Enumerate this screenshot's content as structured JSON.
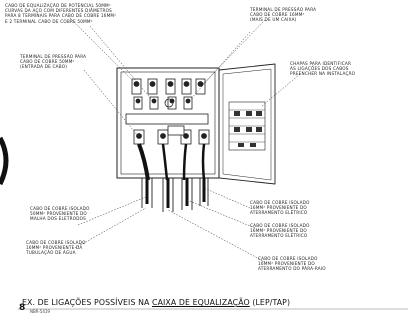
{
  "labels": {
    "top_left": "CABO DE EQUALIZAÇÃO DE POTENCIAL 50mm²\nCURVAS DA AÇO COM DIFERENTES DIÂMETROS\nPARA 8 TERMINAIS PARA CABO DE COBRE 16mm²\nE 2 TERMINAL CABO DE COBRE 50mm²",
    "top_middle": "TERMINAL DE PRESSÃO PARA\nCABO DE COBRE 16mm²\n(MAIS DE UM CAIXA)",
    "top_right": "CHAPAS PARA IDENTIFICAR\nAS LIGAÇÕES DOS CABOS\nPREENCHER NA INSTALAÇÃO",
    "left_middle": "TERMINAL DE PRESSÃO PARA\nCABO DE COBRE 50mm²\n(ENTRADA DE CABO)",
    "bottom_left_1": "CABO DE COBRE ISOLADO\n50mm² PROVENIENTE DO\nMALHA DOS ELETRODOS",
    "bottom_left_2": "CABO DE COBRE ISOLADO\n16mm² PROVENIENTE DA\nTUBULAÇÃO DE ÁGUA",
    "bottom_right_1": "CABO DE COBRE ISOLADO\n16mm² PROVENIENTE DO\nATERRAMENTO ELÉTRICO",
    "bottom_right_2": "CABO DE COBRE ISOLADO\n16mm² PROVENIENTE DO\nATERRAMENTO ELÉTRICO",
    "bottom_right_3": "CABO DE COBRE ISOLADO\n16mm² PROVENIENTE DO\nATERRAMENTO DO PÁRA-RAIO"
  },
  "caption": {
    "page_number": "8",
    "prefix": "EX. DE LIGAÇÕES POSSÍVEIS NA",
    "underlined": "CAIXA DE EQUALIZAÇÃO",
    "suffix": " (LEP/TAP)",
    "sub": "NBR-5419"
  }
}
